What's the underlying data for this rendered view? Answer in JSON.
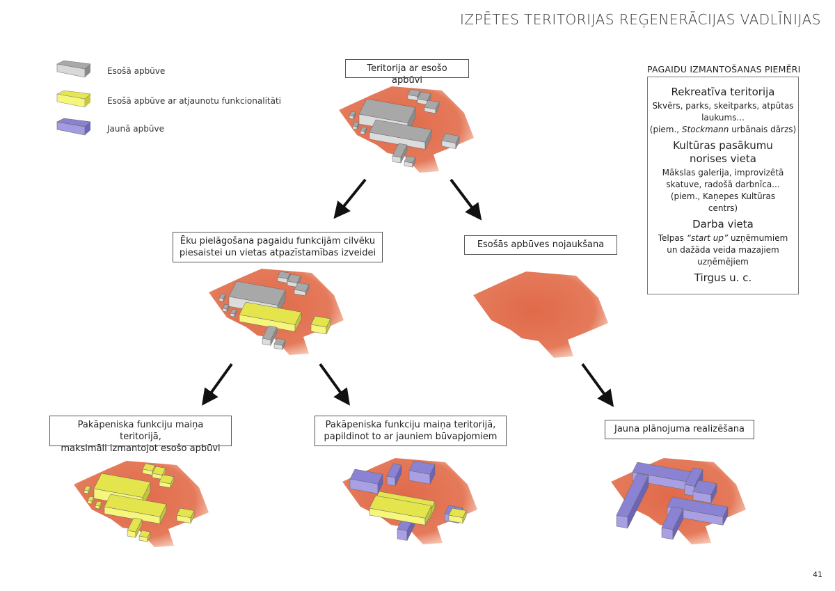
{
  "title": "IZPĒTES TERITORIJAS REĢENERĀCIJAS VADLĪNIJAS",
  "legend": [
    {
      "label": "Esošā apbūve",
      "color": "#b5b5b5"
    },
    {
      "label": "Esošā apbūve ar atjaunotu funkcionalitāti",
      "color": "#f0f060"
    },
    {
      "label": "Jaunā apbūve",
      "color": "#8f86d8"
    }
  ],
  "colors": {
    "site": "#e06a4a",
    "existing": "#bdbdbd",
    "renewed": "#eeee5c",
    "new": "#9890dc"
  },
  "steps": {
    "start": "Teritorija ar esošo apbūvi",
    "adapt": [
      "Ēku pielāgošana pagaidu funkcijām cilvēku",
      "piesaistei un vietas atpazīstamības izveidei"
    ],
    "demolish": "Esošās apbūves nojaukšana",
    "gradual_existing": [
      "Pakāpeniska funkciju maiņa teritorijā,",
      "maksimāli izmantojot esošo apbūvi"
    ],
    "gradual_new": [
      "Pakāpeniska funkciju maiņa teritorijā,",
      "papildinot to ar jauniem būvapjomiem"
    ],
    "new_plan": "Jauna plānojuma realizēšana"
  },
  "examples": {
    "heading": "PAGAIDU IZMANTOŠANAS PIEMĒRI",
    "recreation_title": "Rekreatīva teritorija",
    "recreation_text": "Skvērs, parks, skeitparks, atpūtas laukums...",
    "recreation_example_pre": "(piem., ",
    "recreation_example_em": "Stockmann",
    "recreation_example_post": " urbānais dārzs)",
    "culture_title": "Kultūras pasākumu norises vieta",
    "culture_text": "Mākslas galerija, improvizētā skatuve, radošā darbnīca...",
    "culture_example": "(piem., Kaņepes Kultūras centrs)",
    "work_title": "Darba vieta",
    "work_text_pre": "Telpas ",
    "work_text_em": "“start up”",
    "work_text_post": " uzņēmumiem un dažāda veida mazajiem uzņēmējiem",
    "market_title": "Tirgus u. c."
  },
  "page_number": "41"
}
